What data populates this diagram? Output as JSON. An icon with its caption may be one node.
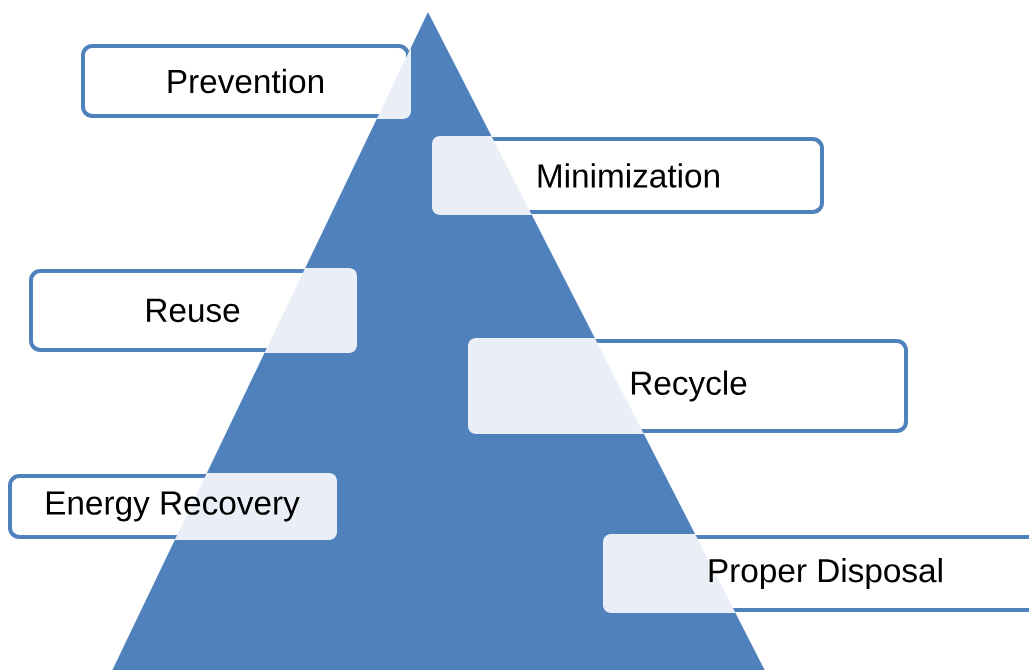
{
  "diagram": {
    "nodes": [
      {
        "text": [
          "Prevention"
        ]
      },
      {
        "text": [
          "Minimization"
        ]
      },
      {
        "text": [
          "Reuse"
        ]
      },
      {
        "text": [
          "Recycle"
        ]
      },
      {
        "text": [
          "Energy Recovery"
        ]
      },
      {
        "text": [
          "Proper Disposal"
        ]
      }
    ]
  }
}
